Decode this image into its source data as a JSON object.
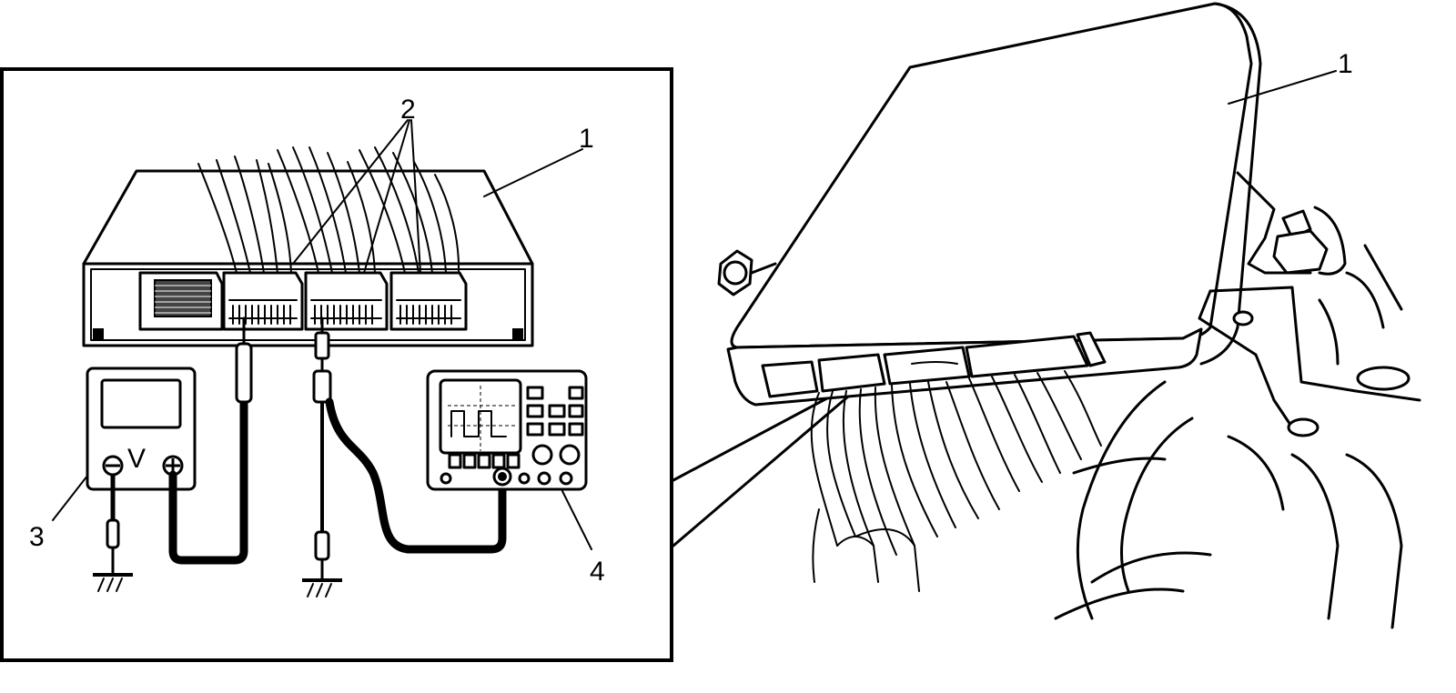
{
  "callouts": {
    "ecm_inset": "1",
    "ecm_vehicle": "1",
    "connectors": "2",
    "voltmeter": "3",
    "oscilloscope": "4"
  },
  "voltmeter_symbol": "V",
  "colors": {
    "line": "#000000",
    "background": "#ffffff"
  }
}
